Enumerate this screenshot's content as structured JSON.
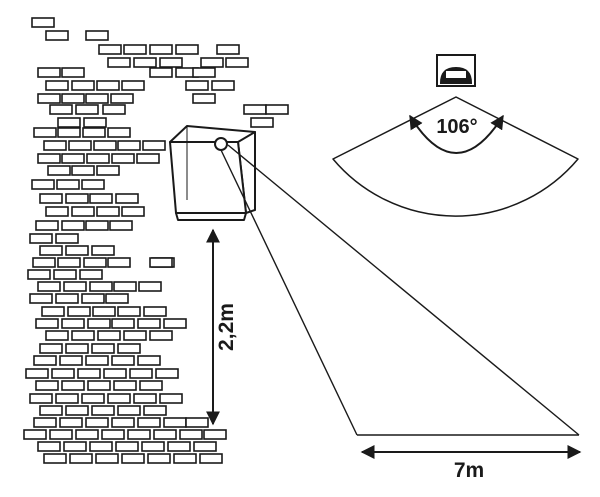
{
  "labels": {
    "angle": "106°",
    "mount_height": "2,2m",
    "detection_range": "7m"
  },
  "colors": {
    "stroke": "#1a1a1a",
    "sensor_dot": "#ffffff",
    "background": "#ffffff"
  },
  "icons": {
    "wall": "brick-wall-icon",
    "lamp": "wall-lamp-icon",
    "sensor_head": "motion-sensor-icon"
  }
}
